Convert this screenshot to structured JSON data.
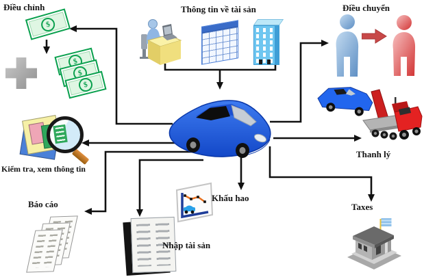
{
  "nodes": {
    "adjust": {
      "label": "Điều chỉnh",
      "icon": "money-bills-icon"
    },
    "asset_info": {
      "label": "Thông tin về tài sản",
      "icons": [
        "clerk-desk-icon",
        "spreadsheet-icon",
        "building-icon"
      ]
    },
    "transfer": {
      "label": "Điều chuyển",
      "icon": "person-to-person-icon"
    },
    "asset": {
      "icon": "car-icon"
    },
    "inspect": {
      "label": "Kiểm tra, xem thông tin",
      "icon": "magnifier-documents-icon"
    },
    "liquidation": {
      "label": "Thanh lý",
      "icon": "tow-truck-icon"
    },
    "report": {
      "label": "Báo cáo",
      "icon": "documents-stack-icon"
    },
    "asset_entry": {
      "label": "Nhập tài sản",
      "icon": "ledger-book-icon"
    },
    "depreciation": {
      "label": "Khấu hao",
      "icon": "depreciation-chart-icon"
    },
    "taxes": {
      "label": "Taxes",
      "icon": "bank-building-icon"
    }
  },
  "edges": [
    {
      "from": "asset_info",
      "to": "asset"
    },
    {
      "from": "asset",
      "to": "adjust"
    },
    {
      "from": "asset",
      "to": "inspect"
    },
    {
      "from": "asset",
      "to": "report"
    },
    {
      "from": "asset",
      "to": "asset_entry"
    },
    {
      "from": "asset",
      "to": "depreciation"
    },
    {
      "from": "asset",
      "to": "transfer"
    },
    {
      "from": "asset",
      "to": "liquidation"
    },
    {
      "from": "asset",
      "to": "taxes"
    },
    {
      "from": "single-bill",
      "to": "bill-stack"
    },
    {
      "from": "blue-person",
      "to": "red-person"
    }
  ],
  "colors": {
    "connector": "#111111",
    "money_green": "#0AA04E",
    "money_fill": "#DFF6E3",
    "car_blue": "#1E57DE",
    "person_blue": "#7FA9D8",
    "person_red": "#DD5050",
    "transfer_arrow": "#C84848",
    "truck_red": "#E42222",
    "desk_yellow": "#F2E38A",
    "building_blue": "#6EC6F0",
    "chart_axis": "#1F3D99",
    "chart_line": "#E8701E",
    "bank_gray": "#ABABAB"
  }
}
